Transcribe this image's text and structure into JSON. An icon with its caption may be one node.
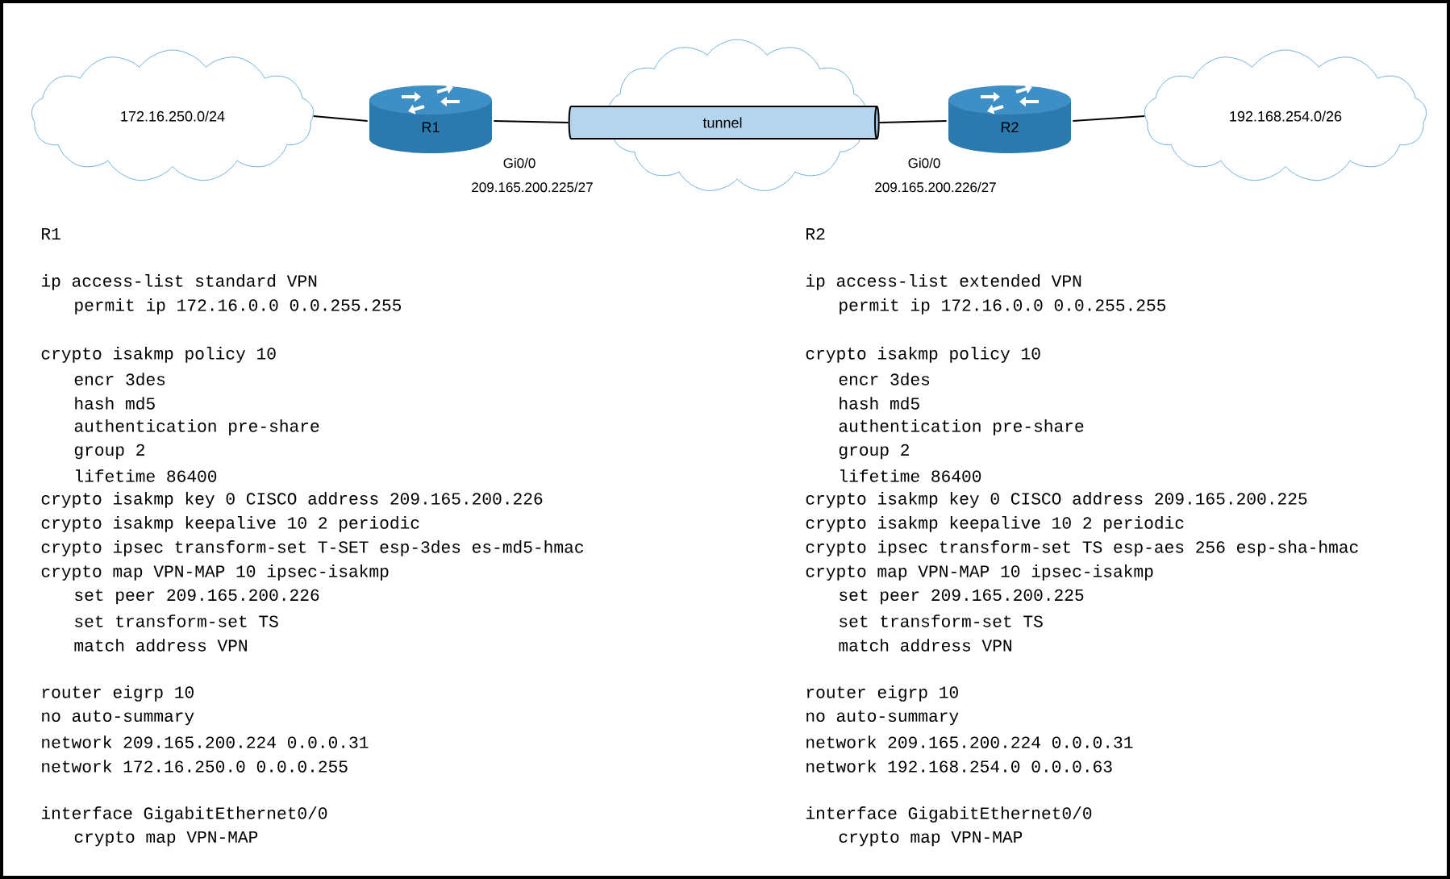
{
  "diagram": {
    "nodes": [
      {
        "text": [
          "172.16.250.0/24"
        ]
      },
      {
        "text": [
          "R1"
        ],
        "beside": [
          "Gi0/0",
          "209.165.200.225/27"
        ]
      },
      {
        "text": [],
        "shape": "cloud"
      },
      {
        "text": [
          "tunnel"
        ]
      },
      {
        "text": [
          "R2"
        ],
        "beside": [
          "Gi0/0",
          "209.165.200.226/27"
        ]
      },
      {
        "text": [
          "192.168.254.0/26"
        ]
      }
    ],
    "edges": [
      {
        "from": 0,
        "to": 1,
        "arrow": "none"
      },
      {
        "from": 1,
        "to": 3,
        "arrow": "none"
      },
      {
        "from": 3,
        "to": 4,
        "arrow": "none"
      },
      {
        "from": 4,
        "to": 5,
        "arrow": "none"
      }
    ],
    "labels": [
      "R1",
      "ip access-list standard VPN",
      "permit ip 172.16.0.0 0.0.255.255",
      "crypto isakmp policy 10",
      "encr 3des",
      "hash md5",
      "authentication pre-share",
      "group 2",
      "lifetime 86400",
      "crypto isakmp key 0 CISCO address 209.165.200.226",
      "crypto isakmp keepalive 10 2 periodic",
      "crypto ipsec transform-set T-SET esp-3des es-md5-hmac",
      "crypto map VPN-MAP 10 ipsec-isakmp",
      "set peer 209.165.200.226",
      "set transform-set TS",
      "match address VPN",
      "router eigrp 10",
      "no auto-summary",
      "network 209.165.200.224 0.0.0.31",
      "network 172.16.250.0 0.0.0.255",
      "interface GigabitEthernet0/0",
      "crypto map VPN-MAP",
      "R2",
      "ip access-list extended VPN",
      "permit ip 172.16.0.0 0.0.255.255",
      "crypto isakmp policy 10",
      "encr 3des",
      "hash md5",
      "authentication pre-share",
      "group 2",
      "lifetime 86400",
      "crypto isakmp key 0 CISCO address 209.165.200.225",
      "crypto isakmp keepalive 10 2 periodic",
      "crypto ipsec transform-set TS esp-aes 256 esp-sha-hmac",
      "crypto map VPN-MAP 10 ipsec-isakmp",
      "set peer 209.165.200.225",
      "set transform-set TS",
      "match address VPN",
      "router eigrp 10",
      "no auto-summary",
      "network 209.165.200.224 0.0.0.31",
      "network 192.168.254.0 0.0.0.63",
      "interface GigabitEthernet0/0",
      "crypto map VPN-MAP"
    ]
  }
}
